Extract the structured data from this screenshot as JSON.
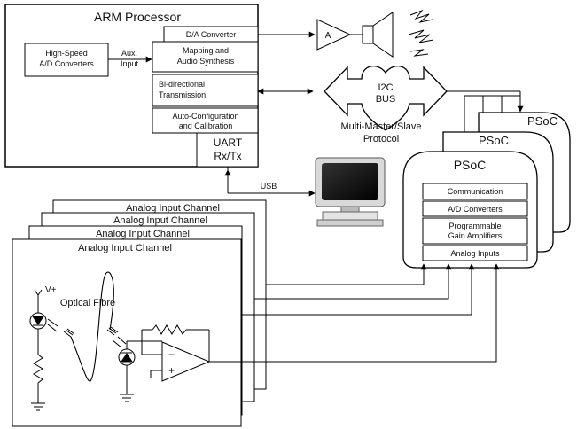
{
  "arm": {
    "title": "ARM Processor",
    "adc_line1": "High-Speed",
    "adc_line2": "A/D Converters",
    "aux_line1": "Aux.",
    "aux_line2": "Input",
    "dac": "D/A Converter",
    "mapping_line1": "Mapping and",
    "mapping_line2": "Audio Synthesis",
    "bidir_line1": "Bi-directional",
    "bidir_line2": "Transmission",
    "autocfg_line1": "Auto-Configuration",
    "autocfg_line2": "and Calibration",
    "uart_line1": "UART",
    "uart_line2": "Rx/Tx"
  },
  "amp": {
    "label": "A"
  },
  "bus": {
    "line1": "I2C",
    "line2": "BUS",
    "caption1": "Multi-Master/Slave",
    "caption2": "Protocol"
  },
  "usb": {
    "label": "USB"
  },
  "psoc": {
    "title": "PSoC",
    "communication": "Communication",
    "adc": "A/D Converters",
    "pga_line1": "Programmable",
    "pga_line2": "Gain Amplifiers",
    "analog_inputs": "Analog Inputs"
  },
  "channel": {
    "title": "Analog Input Channel"
  },
  "circuit": {
    "vplus": "V+",
    "fibre": "Optical Fibre",
    "minus": "−",
    "plus": "+"
  }
}
